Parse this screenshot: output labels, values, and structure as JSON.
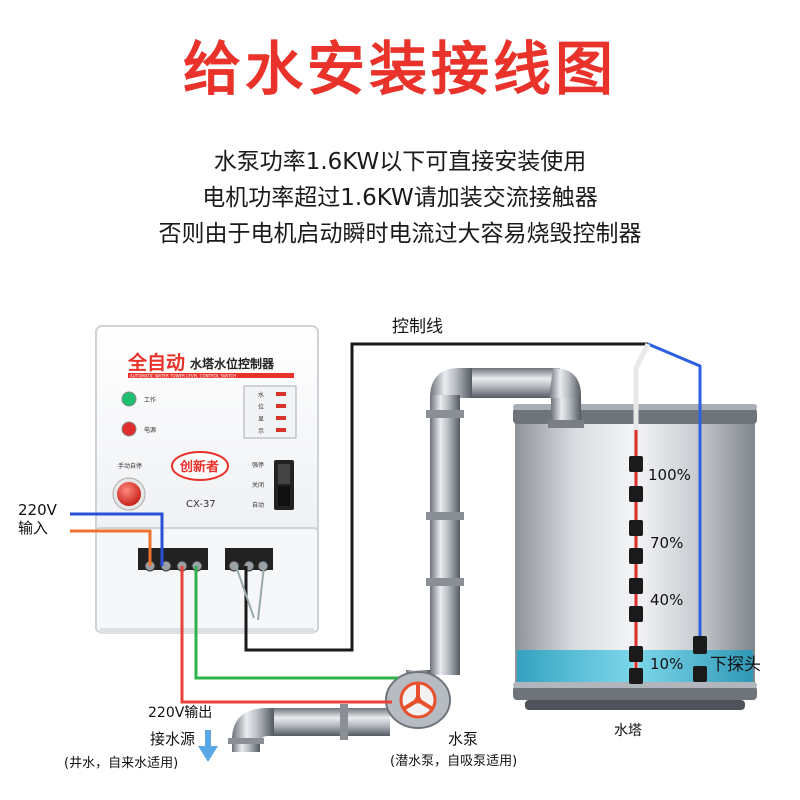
{
  "title": "给水安装接线图",
  "notes": [
    "水泵功率1.6KW以下可直接安装使用",
    "电机功率超过1.6KW请加装交流接触器",
    "否则由于电机启动瞬时电流过大容易烧毁控制器"
  ],
  "controller": {
    "name_prefix": "全自动",
    "name": "水塔水位控制器",
    "english": "AUTOMATIC WATER TOWER LEVEL CONTROL SWITCH",
    "lamp_work": "工作",
    "lamp_power": "电源",
    "level_labels": [
      "水",
      "位",
      "显",
      "示"
    ],
    "reset_label": "手动自停",
    "brand": "创新者",
    "model": "CX-37",
    "switch_labels": [
      "强停",
      "关闭",
      "自动"
    ]
  },
  "labels": {
    "control_wire": "控制线",
    "input": "220V\n输入",
    "output": "220V输出",
    "water_source": "接水源",
    "water_source_note": "(井水，自来水适用)",
    "pump": "水泵",
    "pump_note": "(潜水泵，自吸泵适用)",
    "tower": "水塔",
    "lower_probe": "下探头"
  },
  "levels": [
    "100%",
    "70%",
    "40%",
    "10%"
  ],
  "wire_colors": {
    "blue": "#2a4fd8",
    "red": "#e8433a",
    "green": "#2db34a",
    "black": "#1a1a1a",
    "probe_blue": "#2b5fe0"
  },
  "accent": "#e8322a"
}
